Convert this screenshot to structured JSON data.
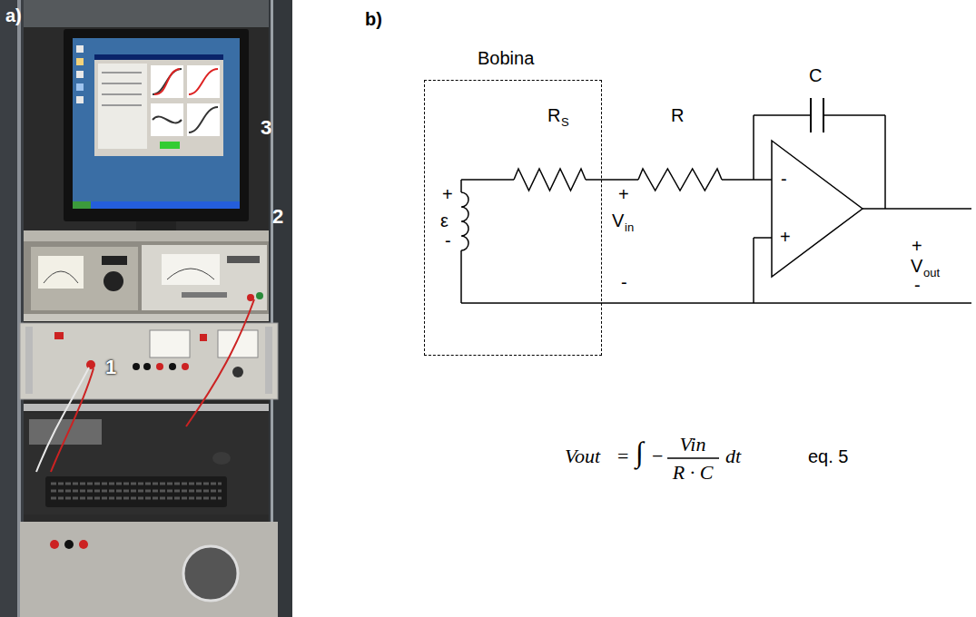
{
  "diagram": {
    "nodes": [
      {
        "text": [
          "Bobina"
        ]
      }
    ],
    "labels": [
      "a)",
      "3",
      "2",
      "1",
      "b)",
      "+",
      "ε",
      "-",
      "R",
      "S",
      "+",
      "V",
      "in",
      "-",
      "R",
      "C",
      "-",
      "+",
      "+",
      "V",
      "out",
      "-",
      "Vout",
      "=",
      "∫",
      "−",
      "Vin",
      "R · C",
      "dt",
      "eq. 5"
    ]
  }
}
